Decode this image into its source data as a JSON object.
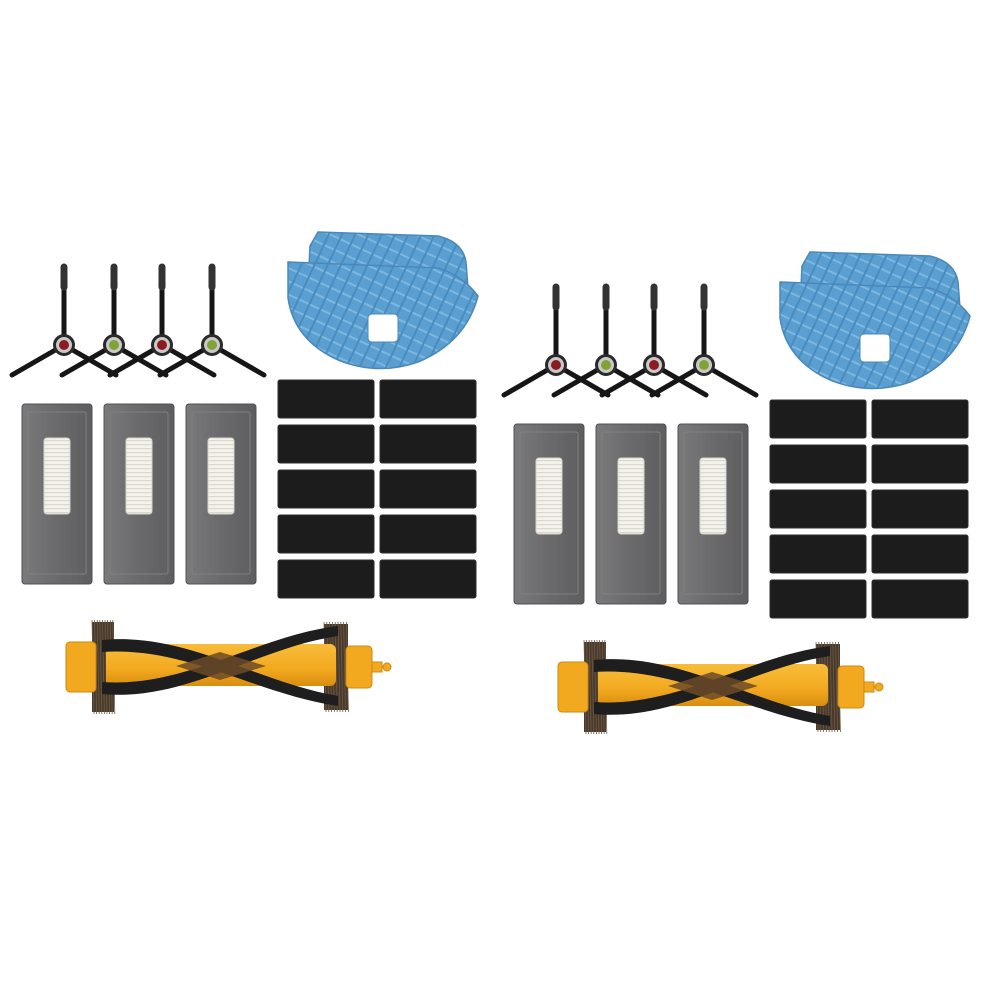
{
  "image": {
    "background": "#ffffff",
    "sets": [
      {
        "name": "kit-left",
        "side_brushes": {
          "count": 4,
          "hub_colors": [
            "#8a1c22",
            "#7fa334",
            "#8a1c22",
            "#7fa334"
          ]
        },
        "mop_pads": {
          "count": 2,
          "color": "#5a9fd0"
        },
        "hepa_filters": {
          "count": 3,
          "frame_color": "#6e6e70",
          "media_color": "#f4f2ec"
        },
        "sponge_filters": {
          "count": 10,
          "color": "#1c1c1c"
        },
        "main_brush": {
          "count": 1,
          "body_color": "#f2a91f",
          "blade_color": "#1e1e1e",
          "bristle_color": "#5c4326"
        }
      },
      {
        "name": "kit-right",
        "side_brushes": {
          "count": 4,
          "hub_colors": [
            "#8a1c22",
            "#7fa334",
            "#8a1c22",
            "#7fa334"
          ]
        },
        "mop_pads": {
          "count": 2,
          "color": "#5a9fd0"
        },
        "hepa_filters": {
          "count": 3,
          "frame_color": "#6e6e70",
          "media_color": "#f4f2ec"
        },
        "sponge_filters": {
          "count": 10,
          "color": "#1c1c1c"
        },
        "main_brush": {
          "count": 1,
          "body_color": "#f2a91f",
          "blade_color": "#1e1e1e",
          "bristle_color": "#5c4326"
        }
      }
    ]
  }
}
